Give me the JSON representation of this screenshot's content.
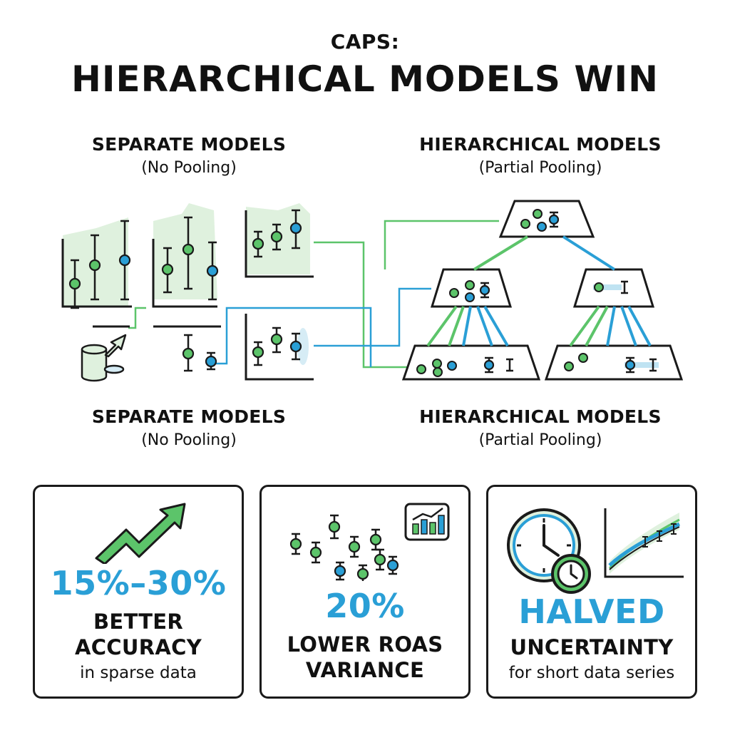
{
  "header": {
    "kicker": "CAPS:",
    "title": "HIERARCHICAL MODELS WIN"
  },
  "sections": {
    "top_left": {
      "heading": "SEPARATE MODELS",
      "subheading": "(No Pooling)"
    },
    "top_right": {
      "heading": "HIERARCHICAL MODELS",
      "subheading": "(Partial Pooling)"
    },
    "bottom_left": {
      "heading": "SEPARATE MODELS",
      "subheading": "(No Pooling)"
    },
    "bottom_right": {
      "heading": "HIERARCHICAL MODELS",
      "subheading": "(Partial Pooling)"
    }
  },
  "stats": [
    {
      "value": "15%–30%",
      "line1": "BETTER",
      "line2": "ACCURACY",
      "caption": "in sparse data",
      "icon": "trend-up-arrow-icon"
    },
    {
      "value": "20%",
      "line1": "LOWER ROAS",
      "line2": "VARIANCE",
      "icon": "bar-chart-icon"
    },
    {
      "value": "HALVED",
      "line1": "UNCERTAINTY",
      "caption": "for short data series",
      "icon": "clock-icon"
    }
  ],
  "colors": {
    "green": "#5cc46a",
    "blue": "#2a9fd6",
    "ink": "#1a1a1a",
    "shade": "#dff1de"
  }
}
